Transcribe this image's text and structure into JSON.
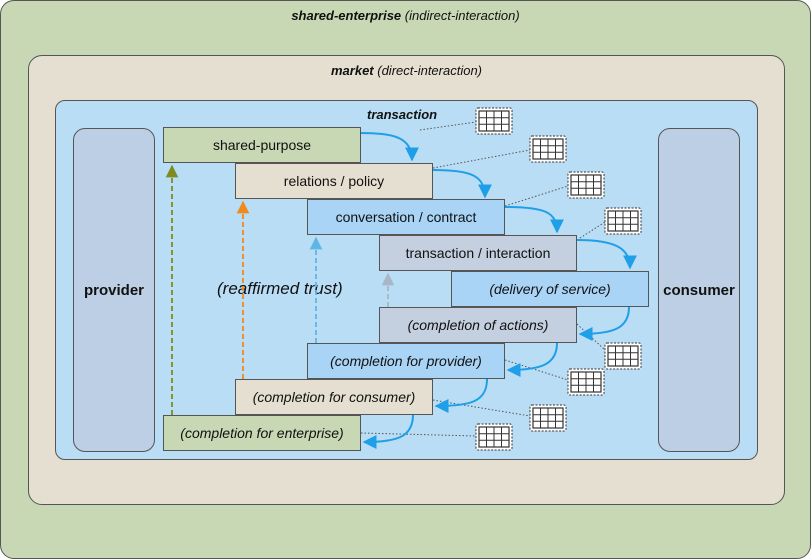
{
  "containers": {
    "enterprise": {
      "title": "shared-enterprise",
      "subtitle": "(indirect-interaction)"
    },
    "market": {
      "title": "market",
      "subtitle": "(direct-interaction)"
    },
    "transaction": {
      "title": "transaction"
    }
  },
  "parties": {
    "provider": "provider",
    "consumer": "consumer"
  },
  "stages": [
    {
      "label": "shared-purpose"
    },
    {
      "label": "relations / policy"
    },
    {
      "label": "conversation / contract"
    },
    {
      "label": "transaction / interaction"
    },
    {
      "label": "(delivery of service)"
    },
    {
      "label": "(completion of actions)"
    },
    {
      "label": "(completion for provider)"
    },
    {
      "label": "(completion for consumer)"
    },
    {
      "label": "(completion for enterprise)"
    }
  ],
  "center_label": "(reaffirmed trust)",
  "icons": {
    "record": "data-grid-icon"
  },
  "colors": {
    "flow_arrow": "#1f9fe8",
    "trust_enterprise": "#7f8b1e",
    "trust_consumer": "#f08a1c",
    "trust_provider": "#5fb6e6",
    "trust_actions": "#a9b6c8",
    "connector": "#555555"
  }
}
